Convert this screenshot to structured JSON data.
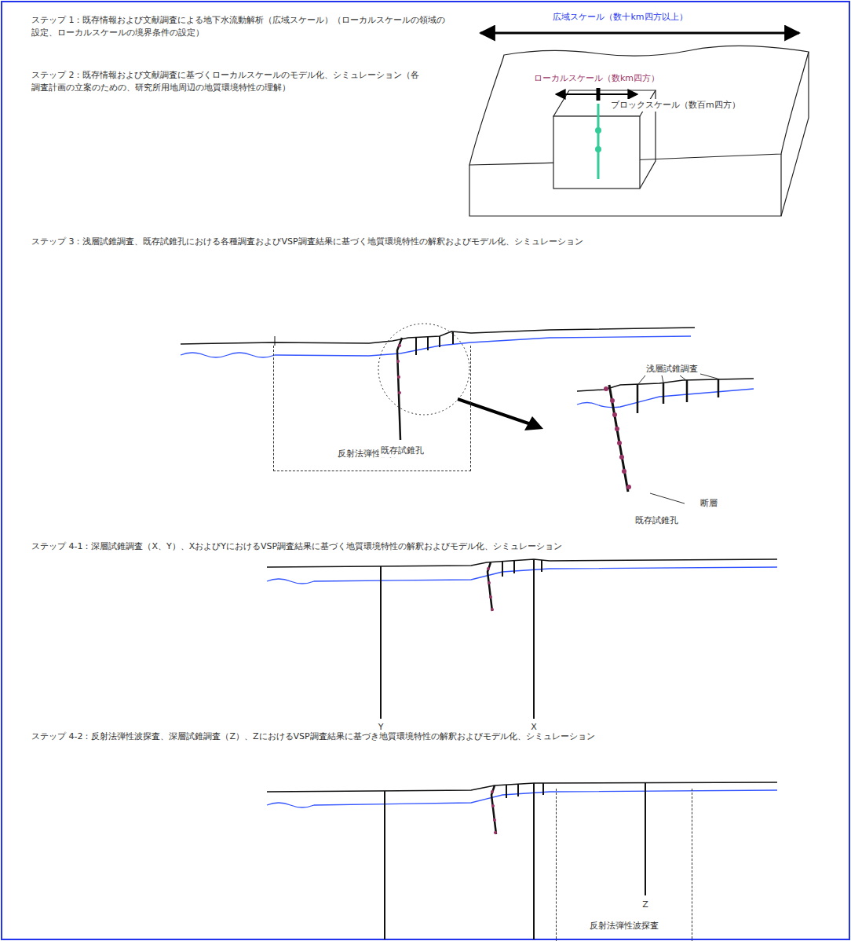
{
  "diagram": {
    "nodes": [
      {
        "text": [
          "反射法弾性波探査"
        ]
      },
      {
        "text": [
          "反射法弾性波探査"
        ]
      }
    ],
    "labels": [
      "広域スケール（数十km四方以上）",
      "ローカルスケール（数km四方）",
      "ブロックスケール（数百m四方）",
      "ステップ 1：既存情報および文献調査による地下水流動解析（広域スケール）（ローカルスケールの領域の設定、ローカルスケールの境界条件の設定）",
      "ステップ 2：既存情報および文献調査に基づくローカルスケールのモデル化、シミュレーション（各調査計画の立案のための、研究所用地周辺の地質環境特性の理解）",
      "ステップ 3：浅層試錐調査、既存試錐孔における各種調査およびVSP調査結果に基づく地質環境特性の解釈およびモデル化、シミュレーション",
      "既存試錐孔",
      "浅層試錐調査",
      "断層",
      "既存試錐孔",
      "ステップ 4-1：深層試錐調査（X、Y）、XおよびYにおけるVSP調査結果に基づく地質環境特性の解釈およびモデル化、シミュレーション",
      "Y",
      "X",
      "ステップ 4-2：反射法弾性波探査、深層試錐調査（Z）、ZにおけるVSP調査結果に基づき地質環境特性の解釈およびモデル化、シミュレーション",
      "Z"
    ]
  }
}
